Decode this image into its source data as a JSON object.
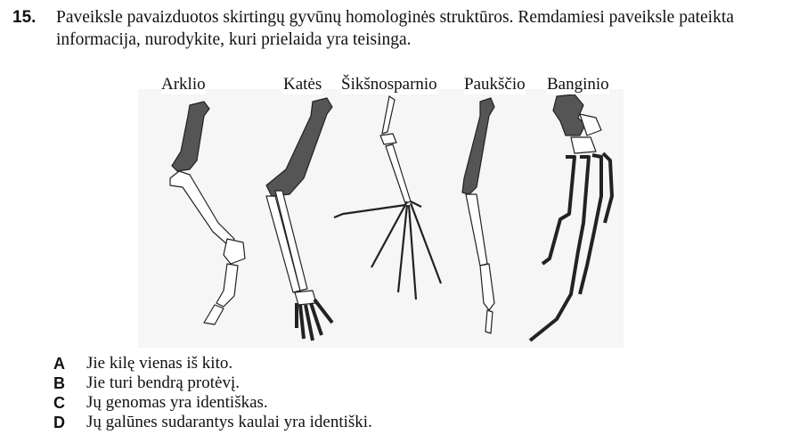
{
  "question": {
    "number": "15.",
    "text": "Paveiksle pavaizduotos skirtingų gyvūnų homologinės struktūros. Remdamiesi paveiksle pateikta informacija, nurodykite, kuri prielaida yra teisinga."
  },
  "figure": {
    "labels": [
      "Arklio",
      "Katės",
      "Šikšnosparnio",
      "Paukščio",
      "Banginio"
    ]
  },
  "options": [
    {
      "letter": "A",
      "text": "Jie kilę vienas iš kito."
    },
    {
      "letter": "B",
      "text": "Jie turi bendrą protėvį."
    },
    {
      "letter": "C",
      "text": "Jų genomas yra identiškas."
    },
    {
      "letter": "D",
      "text": "Jų galūnes sudarantys kaulai yra identiški."
    }
  ],
  "colors": {
    "humerus": "#555555",
    "bone": "#ffffff",
    "outline": "#222222"
  }
}
